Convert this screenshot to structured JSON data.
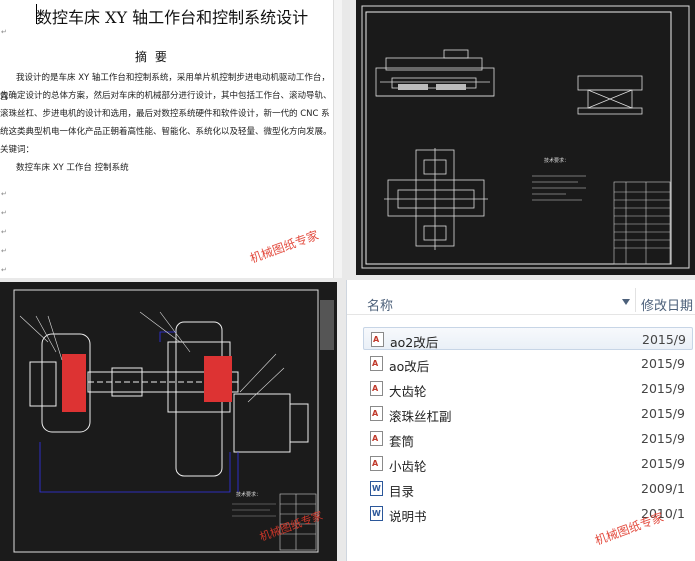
{
  "document": {
    "title": "数控车床 XY 轴工作台和控制系统设计",
    "heading": "摘 要",
    "paragraph_lines": [
      "我设计的是车床 XY 轴工作台和控制系统，采用单片机控制步进电动机驱动工作台，首",
      "先确定设计的总体方案，然后对车床的机械部分进行设计，其中包括工作台、滚动导轨、",
      "滚珠丝杠、步进电机的设计和选用，最后对数控系统硬件和软件设计，新一代的 CNC 系",
      "统这类典型机电一体化产品正朝着高性能、智能化、系统化以及轻量、微型化方向发展。"
    ],
    "keywords_label": "关键词：",
    "keywords": "数控车床   XY 工作台   控制系统",
    "watermark": "机械图纸专家"
  },
  "cad_top": {
    "tech_req_label": "技术要求："
  },
  "cad_bottom": {
    "tech_req_label": "技术要求：",
    "watermark": "机械图纸专家"
  },
  "explorer": {
    "col_name": "名称",
    "col_date": "修改日期",
    "files": [
      {
        "name": "ao2改后",
        "date": "2015/9",
        "icon": "cad-file-icon"
      },
      {
        "name": "ao改后",
        "date": "2015/9",
        "icon": "cad-file-icon"
      },
      {
        "name": "大齿轮",
        "date": "2015/9",
        "icon": "cad-file-icon"
      },
      {
        "name": "滚珠丝杠副",
        "date": "2015/9",
        "icon": "cad-file-icon"
      },
      {
        "name": "套筒",
        "date": "2015/9",
        "icon": "cad-file-icon"
      },
      {
        "name": "小齿轮",
        "date": "2015/9",
        "icon": "cad-file-icon"
      },
      {
        "name": "目录",
        "date": "2009/1",
        "icon": "word-doc-icon"
      },
      {
        "name": "说明书",
        "date": "2010/1",
        "icon": "word-doc-icon"
      }
    ],
    "watermark": "机械图纸专家"
  }
}
